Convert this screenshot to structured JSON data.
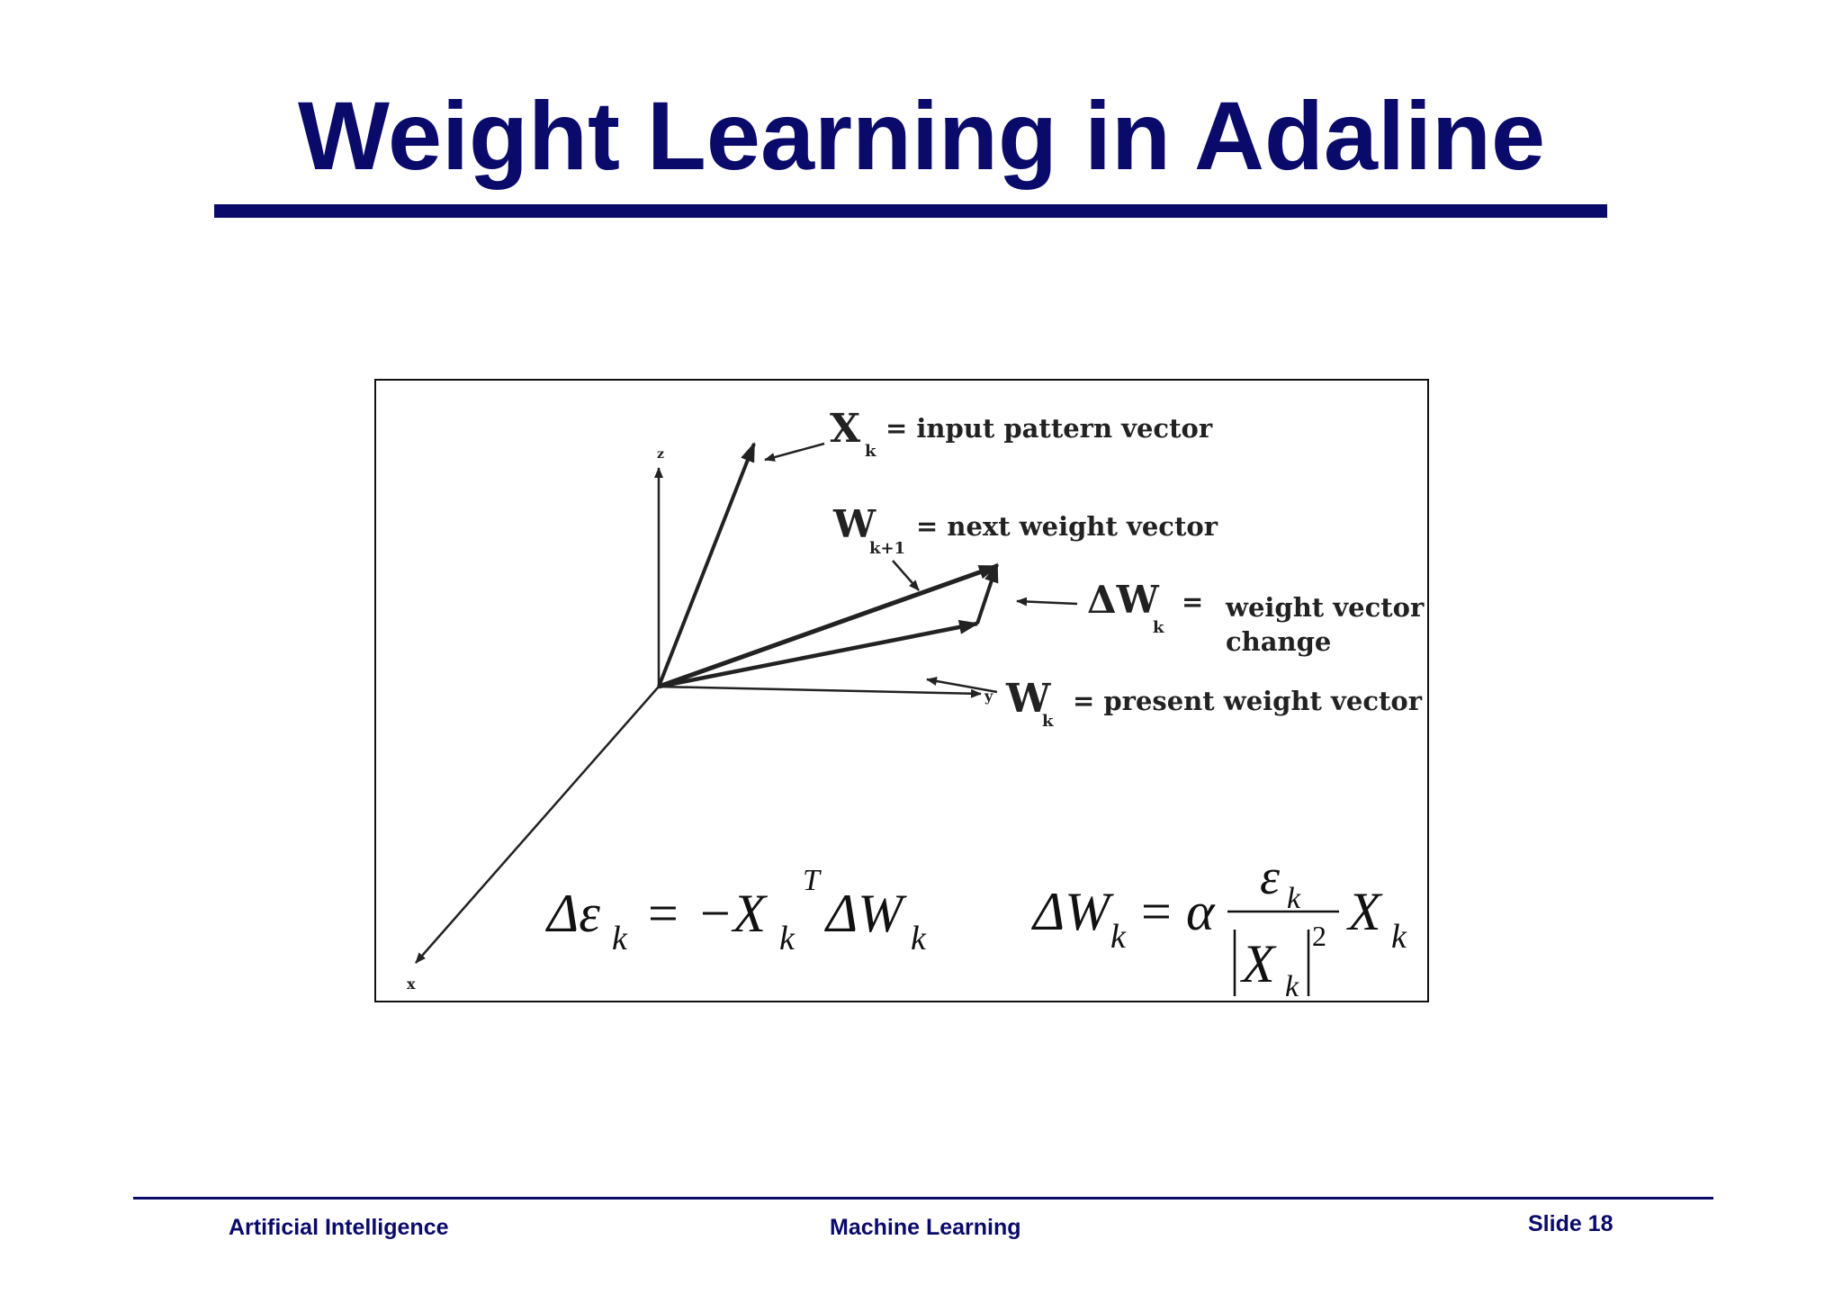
{
  "slide": {
    "title": "Weight Learning in Adaline"
  },
  "diagram": {
    "axes": {
      "z": "z",
      "y": "y",
      "x": "x"
    },
    "labels": {
      "xk_symbol": "X",
      "xk_sub": "k",
      "xk_text": "= input pattern vector",
      "wk1_symbol": "W",
      "wk1_sub": "k+1",
      "wk1_text": "= next weight vector",
      "dwk_symbol": "ΔW",
      "dwk_sub": "k",
      "dwk_eq": "=",
      "dwk_text_line1": "weight vector",
      "dwk_text_line2": "change",
      "wk_symbol": "W",
      "wk_sub": "k",
      "wk_text": "= present weight vector"
    },
    "equation1": {
      "lhs": "Δε",
      "lhs_sub": "k",
      "eq": "=",
      "minus_x": "−X",
      "x_sub": "k",
      "x_sup": "T",
      "dw": "ΔW",
      "dw_sub": "k"
    },
    "equation2": {
      "lhs": "ΔW",
      "lhs_sub": "k",
      "eq": "=",
      "alpha": "α",
      "num": "ε",
      "num_sub": "k",
      "den": "X",
      "den_sub": "k",
      "den_sup": "2",
      "x": "X",
      "x_sub": "k"
    }
  },
  "footer": {
    "left": "Artificial Intelligence",
    "center": "Machine Learning",
    "right": "Slide 18"
  }
}
